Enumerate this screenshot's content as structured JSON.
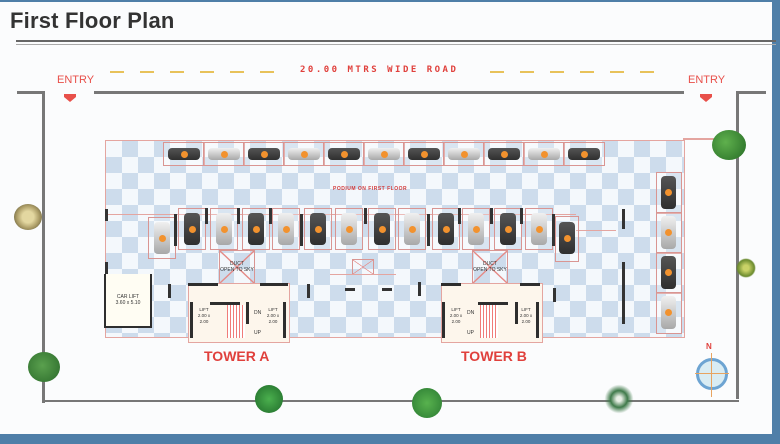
{
  "header": {
    "title": "First Floor Plan"
  },
  "road": {
    "label": "20.00 MTRS WIDE ROAD"
  },
  "entries": [
    {
      "label": "ENTRY",
      "side": "left"
    },
    {
      "label": "ENTRY",
      "side": "right"
    }
  ],
  "podium": {
    "label": "PODIUM ON FIRST FLOOR"
  },
  "car_lift": {
    "label": "CAR LIFT",
    "size": "3.60 x 5.10"
  },
  "towers": [
    {
      "name": "TOWER A",
      "duct": {
        "line1": "DUCT",
        "line2": "OPEN TO SKY"
      },
      "lifts": [
        {
          "label": "LIFT",
          "size": "2.00 x 2.00"
        },
        {
          "label": "LIFT",
          "size": "2.00 x 2.00"
        }
      ],
      "stairs": {
        "down": "DN",
        "up": "UP"
      }
    },
    {
      "name": "TOWER B",
      "duct": {
        "line1": "DUCT",
        "line2": "OPEN TO SKY"
      },
      "lifts": [
        {
          "label": "LIFT",
          "size": "2.00 x 2.00"
        },
        {
          "label": "LIFT",
          "size": "2.00 x 2.00"
        }
      ],
      "stairs": {
        "down": "DN",
        "up": "UP"
      }
    }
  ],
  "parking": {
    "top_row_count": 11,
    "middle_row_count": 13,
    "right_column_count": 4
  },
  "compass": {
    "north_label": "N"
  },
  "colors": {
    "accent_red": "#e0403c",
    "road_dash": "#e8c25a",
    "stall_border": "#d99592",
    "checker": "#cddcec",
    "frame_blue": "#4f7fa8"
  }
}
